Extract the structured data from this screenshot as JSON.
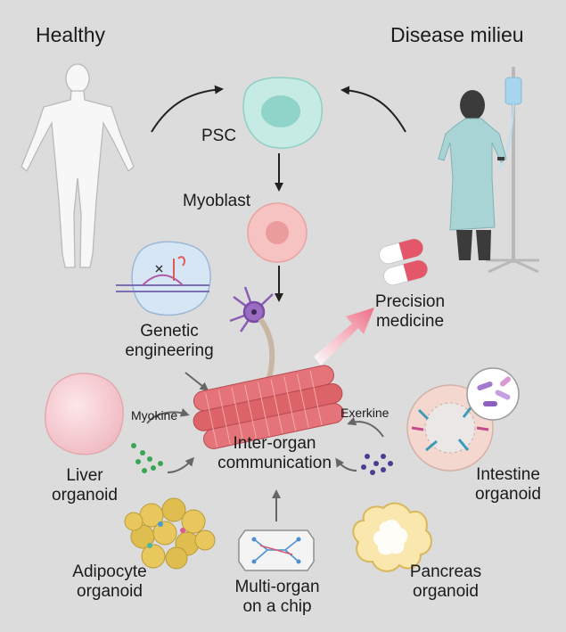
{
  "labels": {
    "healthy": "Healthy",
    "disease": "Disease milieu",
    "psc": "PSC",
    "myoblast": "Myoblast",
    "genetic_1": "Genetic",
    "genetic_2": "engineering",
    "precision_1": "Precision",
    "precision_2": "medicine",
    "myokine": "Myokine",
    "exerkine": "Exerkine",
    "interorgan_1": "Inter-organ",
    "interorgan_2": "communication",
    "liver_1": "Liver",
    "liver_2": "organoid",
    "intestine_1": "Intestine",
    "intestine_2": "organoid",
    "adipocyte_1": "Adipocyte",
    "adipocyte_2": "organoid",
    "chip_1": "Multi-organ",
    "chip_2": "on a chip",
    "pancreas_1": "Pancreas",
    "pancreas_2": "organoid"
  },
  "colors": {
    "background": "#dcdcdc",
    "psc_cell": "#bfe6df",
    "myoblast_cell": "#f3b9b9",
    "muscle": "#e06b70",
    "neuron": "#8b5db5",
    "arrow_precision": "#f08a9c",
    "liver": "#f7d2d6",
    "adipocyte": "#e2c35a",
    "pancreas": "#f7e2a3",
    "myokine_dots": "#3aa655",
    "exerkine_dots": "#4b3d8f"
  }
}
